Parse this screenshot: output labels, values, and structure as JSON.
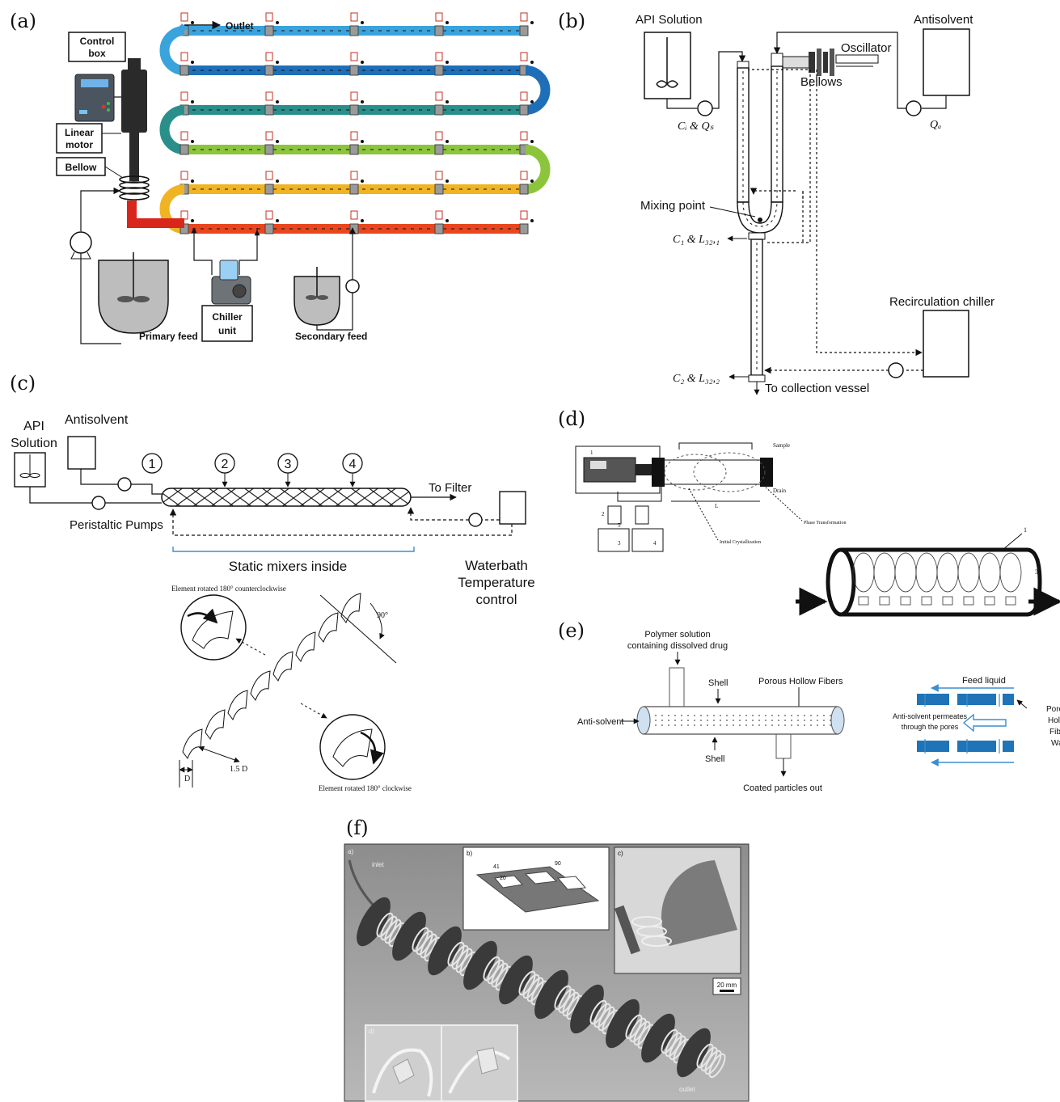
{
  "panels": {
    "a": {
      "letter": "(a)",
      "outlet": "Outlet",
      "control_box_1": "Control",
      "control_box_2": "box",
      "linear_motor_1": "Linear",
      "linear_motor_2": "motor",
      "bellow": "Bellow",
      "primary_feed": "Primary feed",
      "chiller_1": "Chiller",
      "chiller_2": "unit",
      "secondary_feed": "Secondary feed",
      "row_colors": [
        "#3aa3dc",
        "#1f6fb8",
        "#2a8f8a",
        "#8cc43c",
        "#f0b323",
        "#e8461e"
      ]
    },
    "b": {
      "letter": "(b)",
      "api_solution": "API Solution",
      "antisolvent": "Antisolvent",
      "oscillator": "Oscillator",
      "bellows": "Bellows",
      "ci_qs": "Cᵢ & Qₛ",
      "qa": "Qₐ",
      "mixing_point": "Mixing point",
      "c1_l": "C₁ & L₃₂,₁",
      "recirc_chiller": "Recirculation chiller",
      "c2_l": "C₂ & L₃₂,₂",
      "to_collection": "To collection vessel"
    },
    "c": {
      "letter": "(c)",
      "api_1": "API",
      "api_2": "Solution",
      "antisolvent": "Antisolvent",
      "numbers": [
        "1",
        "2",
        "3",
        "4"
      ],
      "to_filter": "To Filter",
      "peristaltic": "Peristaltic Pumps",
      "static_mixers": "Static mixers inside",
      "waterbath_1": "Waterbath",
      "waterbath_2": "Temperature",
      "waterbath_3": "control",
      "rot_ccw": "Element rotated 180° counterclockwise",
      "rot_cw": "Element rotated 180° clockwise",
      "angle": "90°",
      "dim_d": "D",
      "dim_15d": "1.5 D"
    },
    "d": {
      "letter": "(d)",
      "sample": "Sample",
      "drain": "Drain",
      "L": "L",
      "phase": "Phase Transformation",
      "initial": "Initial Crystallization",
      "n1": "1",
      "n2": "2",
      "n3": "3",
      "n4": "4",
      "n5": "5"
    },
    "e": {
      "letter": "(e)",
      "polymer_1": "Polymer solution",
      "polymer_2": "containing dissolved drug",
      "shell_top": "Shell",
      "porous": "Porous Hollow Fibers",
      "anti_solvent": "Anti-solvent",
      "shell_bottom": "Shell",
      "coated": "Coated particles out",
      "feed_liquid": "Feed liquid",
      "permeates_1": "Anti-solvent permeates",
      "permeates_2": "through the pores",
      "wall_1": "Porou",
      "wall_2": "Hollov",
      "wall_3": "Fiber",
      "wall_4": "Wall"
    },
    "f": {
      "letter": "(f)",
      "sub_a": "a)",
      "sub_b": "b)",
      "sub_c": "c)",
      "sub_d": "d)",
      "inlet": "inlet",
      "outlet": "outlet",
      "scale": "20 mm",
      "dim_41": "41",
      "dim_90": "90",
      "dim_20": "20"
    }
  }
}
